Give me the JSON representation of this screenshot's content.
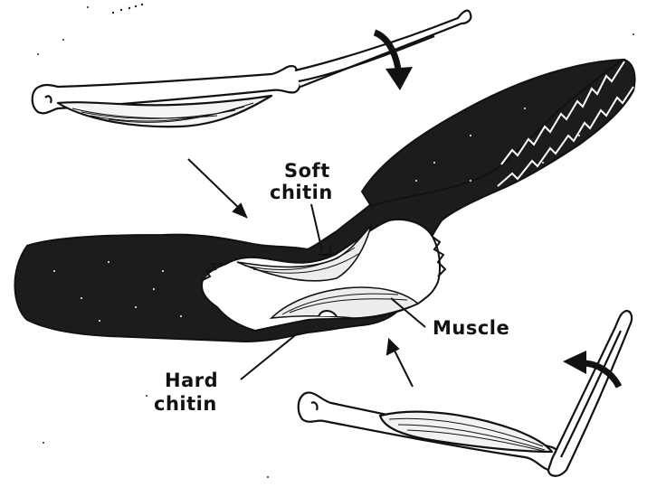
{
  "labels": {
    "soft_chitin_line1": "Soft",
    "soft_chitin_line2": "chitin",
    "muscle": "Muscle",
    "hard_chitin_line1": "Hard",
    "hard_chitin_line2": "chitin"
  },
  "colors": {
    "ink": "#111111",
    "shell": "#1c1c1c",
    "background": "#ffffff"
  }
}
